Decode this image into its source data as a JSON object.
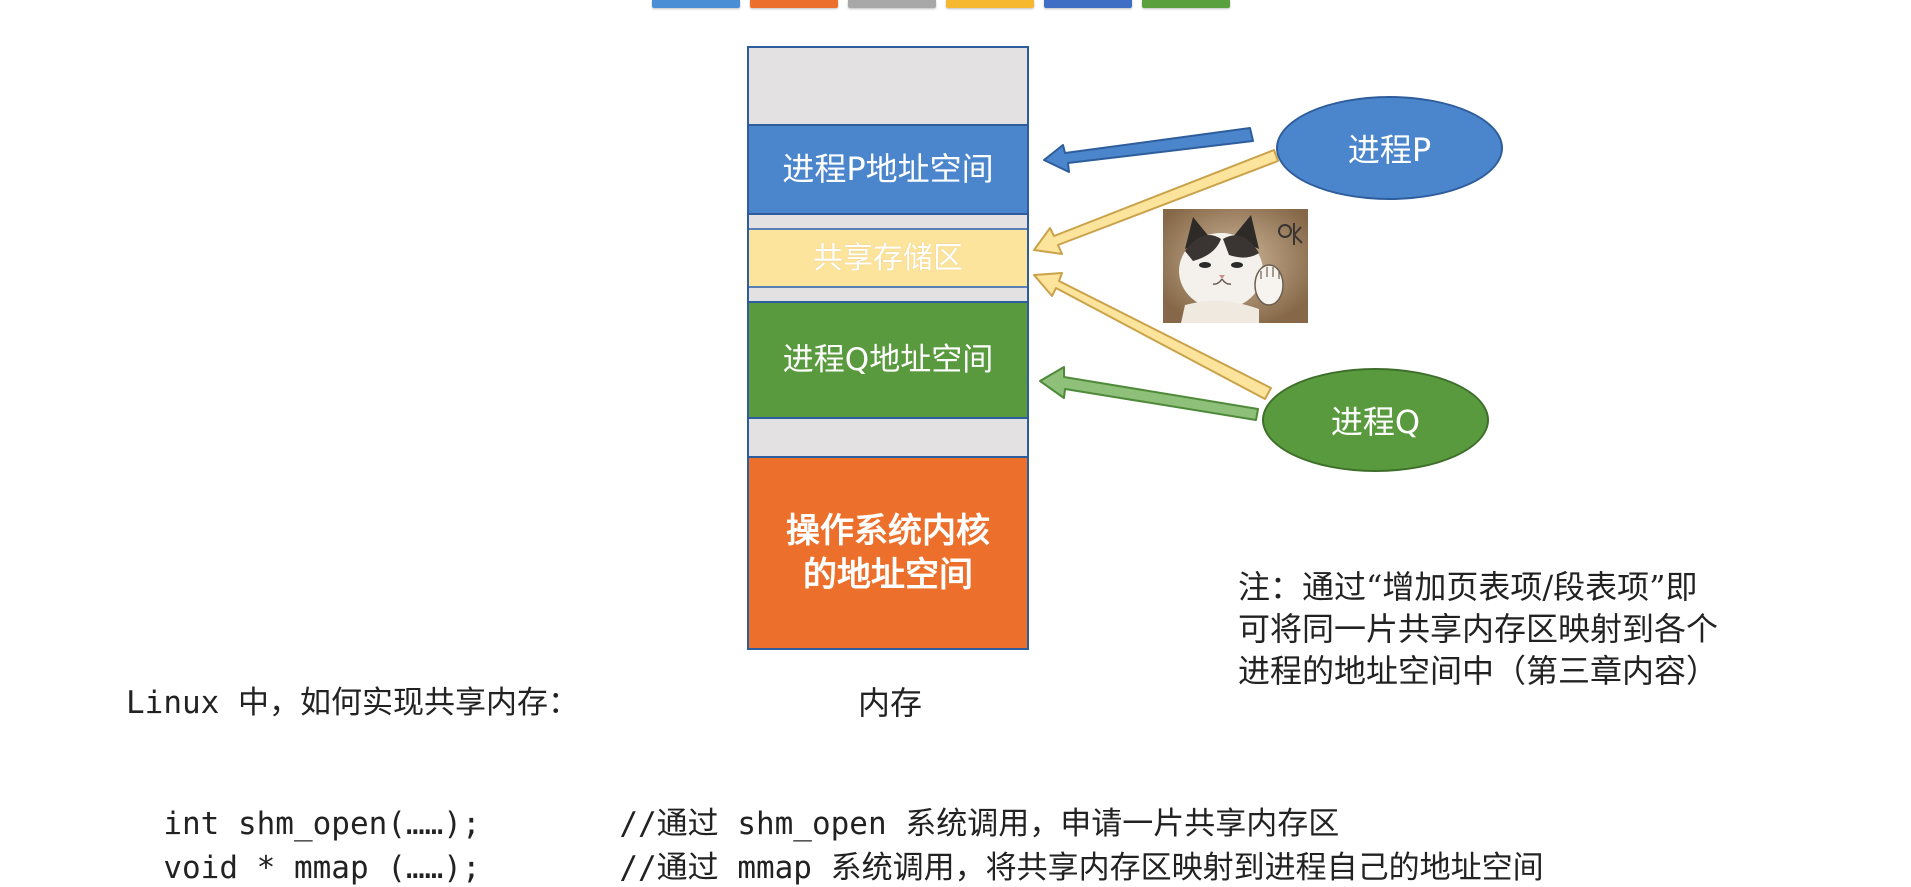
{
  "top_tabs": [
    {
      "color": "#4a8fd6"
    },
    {
      "color": "#ec6f2b"
    },
    {
      "color": "#a8a8a8"
    },
    {
      "color": "#f5b82e"
    },
    {
      "color": "#3e6fc4"
    },
    {
      "color": "#5aa03c"
    }
  ],
  "memory": {
    "block_p": "进程P地址空间",
    "block_shared": "共享存储区",
    "block_q": "进程Q地址空间",
    "block_os_line1": "操作系统内核",
    "block_os_line2": "的地址空间",
    "label": "内存"
  },
  "processes": {
    "p_label": "进程P",
    "q_label": "进程Q"
  },
  "note": {
    "line1": "注：通过“增加页表项/段表项”即",
    "line2": "可将同一片共享内存区映射到各个",
    "line3": "进程的地址空间中（第三章内容）"
  },
  "linux": {
    "title": "Linux 中，如何实现共享内存：",
    "code_lines": [
      {
        "code": "int shm_open(……);",
        "comment": "//通过 shm_open 系统调用，申请一片共享内存区"
      },
      {
        "code": "void * mmap (……);",
        "comment": "//通过 mmap 系统调用，将共享内存区映射到进程自己的地址空间"
      }
    ]
  },
  "icons": {
    "cat": "cat-ok-sticker-icon"
  },
  "colors": {
    "process_p_blue": "#4b86cd",
    "process_q_green": "#5a9a3f",
    "shared_yellow": "#fde49c",
    "os_orange": "#ec6f2b",
    "free_gray": "#e4e1e3"
  }
}
